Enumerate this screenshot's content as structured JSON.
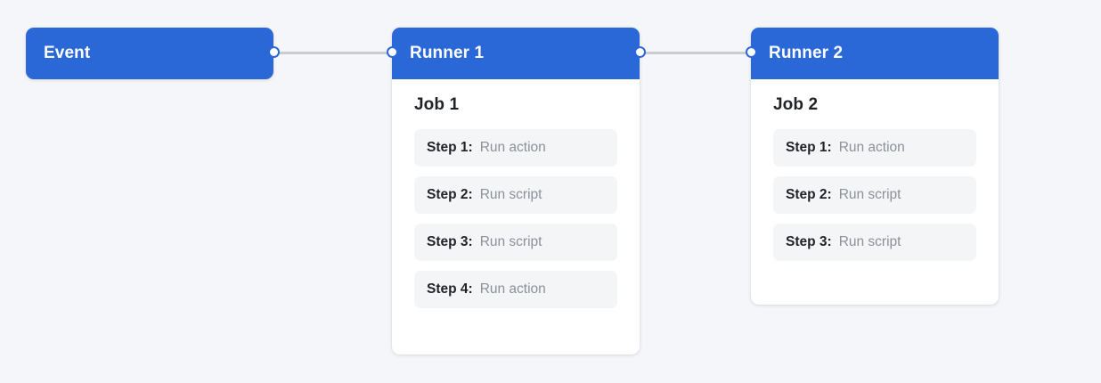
{
  "canvas": {
    "background_color": "#f5f6f9",
    "accent_color": "#2a68d8",
    "edge_color": "#c9ccd1",
    "step_pill_color": "#f4f5f7"
  },
  "nodes": {
    "event": {
      "title": "Event"
    },
    "runner1": {
      "title": "Runner 1",
      "job_title": "Job 1",
      "steps": [
        {
          "label": "Step 1:",
          "desc": "Run action"
        },
        {
          "label": "Step 2:",
          "desc": "Run script"
        },
        {
          "label": "Step 3:",
          "desc": "Run script"
        },
        {
          "label": "Step 4:",
          "desc": "Run action"
        }
      ]
    },
    "runner2": {
      "title": "Runner 2",
      "job_title": "Job 2",
      "steps": [
        {
          "label": "Step 1:",
          "desc": "Run action"
        },
        {
          "label": "Step 2:",
          "desc": "Run script"
        },
        {
          "label": "Step 3:",
          "desc": "Run script"
        }
      ]
    }
  }
}
